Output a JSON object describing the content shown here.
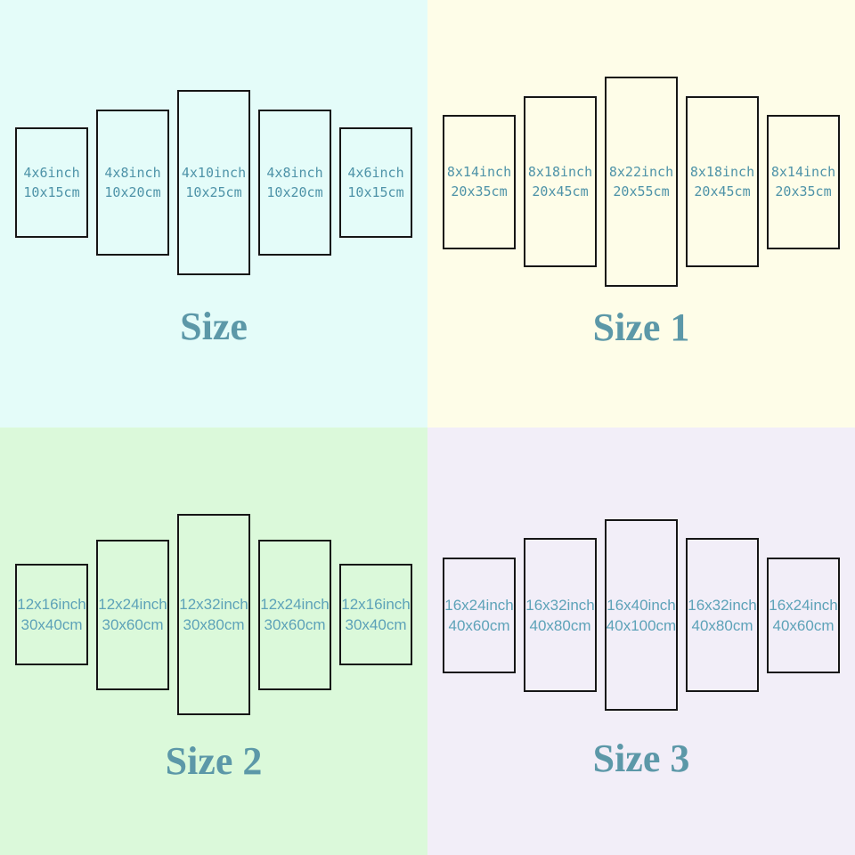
{
  "charts": [
    {
      "title": "Size",
      "bg": "#e4fcf9",
      "panels": [
        {
          "inch": "4x6inch",
          "cm": "10x15cm"
        },
        {
          "inch": "4x8inch",
          "cm": "10x20cm"
        },
        {
          "inch": "4x10inch",
          "cm": "10x25cm"
        },
        {
          "inch": "4x8inch",
          "cm": "10x20cm"
        },
        {
          "inch": "4x6inch",
          "cm": "10x15cm"
        }
      ]
    },
    {
      "title": "Size 1",
      "bg": "#fefde8",
      "panels": [
        {
          "inch": "8x14inch",
          "cm": "20x35cm"
        },
        {
          "inch": "8x18inch",
          "cm": "20x45cm"
        },
        {
          "inch": "8x22inch",
          "cm": "20x55cm"
        },
        {
          "inch": "8x18inch",
          "cm": "20x45cm"
        },
        {
          "inch": "8x14inch",
          "cm": "20x35cm"
        }
      ]
    },
    {
      "title": "Size 2",
      "bg": "#dbf9da",
      "panels": [
        {
          "inch": "12x16inch",
          "cm": "30x40cm"
        },
        {
          "inch": "12x24inch",
          "cm": "30x60cm"
        },
        {
          "inch": "12x32inch",
          "cm": "30x80cm"
        },
        {
          "inch": "12x24inch",
          "cm": "30x60cm"
        },
        {
          "inch": "12x16inch",
          "cm": "30x40cm"
        }
      ]
    },
    {
      "title": "Size 3",
      "bg": "#f2eef8",
      "panels": [
        {
          "inch": "16x24inch",
          "cm": "40x60cm"
        },
        {
          "inch": "16x32inch",
          "cm": "40x80cm"
        },
        {
          "inch": "16x40inch",
          "cm": "40x100cm"
        },
        {
          "inch": "16x32inch",
          "cm": "40x80cm"
        },
        {
          "inch": "16x24inch",
          "cm": "40x60cm"
        }
      ]
    }
  ],
  "colors": {
    "panel_border": "#161616",
    "panel_text_top_charts": "#4e93a8",
    "panel_text_bottom_charts": "#5da2b8",
    "title_text": "#5c98a8"
  }
}
